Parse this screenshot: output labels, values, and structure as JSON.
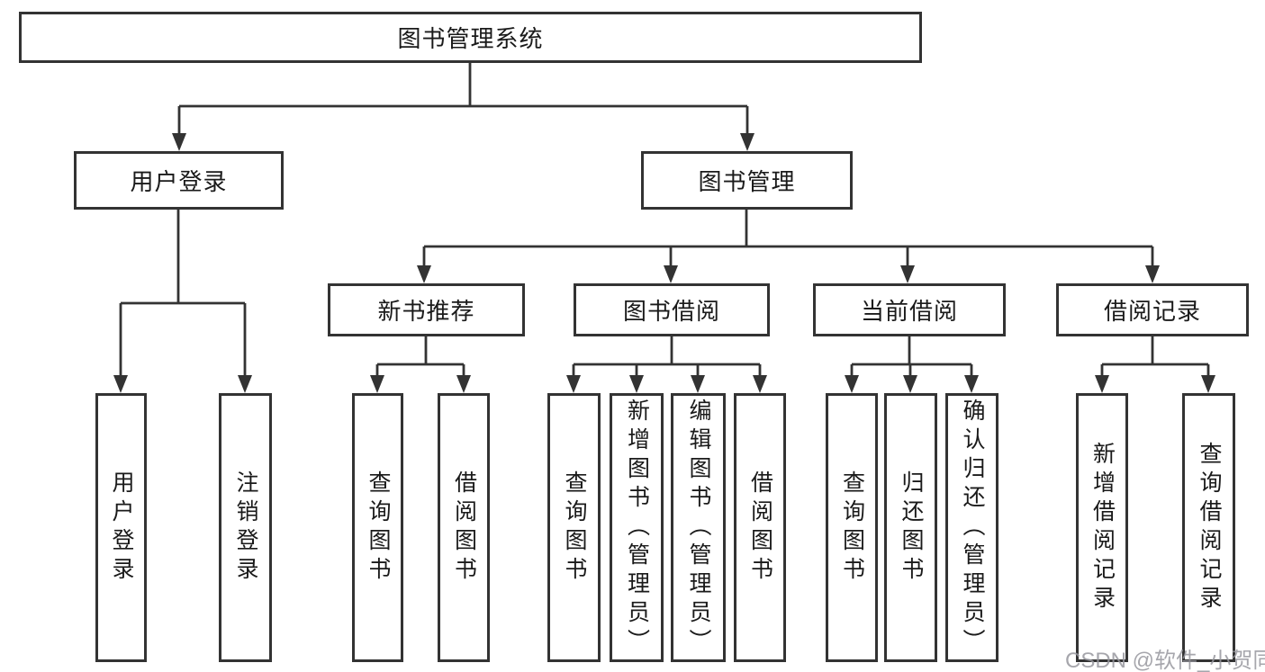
{
  "tree": {
    "label": "图书管理系统",
    "children": [
      {
        "label": "用户登录",
        "children": [
          {
            "label": "用户登录"
          },
          {
            "label": "注销登录"
          }
        ]
      },
      {
        "label": "图书管理",
        "children": [
          {
            "label": "新书推荐",
            "children": [
              {
                "label": "查询图书"
              },
              {
                "label": "借阅图书"
              }
            ]
          },
          {
            "label": "图书借阅",
            "children": [
              {
                "label": "查询图书"
              },
              {
                "label": "新增图书（管理员）"
              },
              {
                "label": "编辑图书（管理员）"
              },
              {
                "label": "借阅图书"
              }
            ]
          },
          {
            "label": "当前借阅",
            "children": [
              {
                "label": "查询图书"
              },
              {
                "label": "归还图书"
              },
              {
                "label": "确认归还（管理员）"
              }
            ]
          },
          {
            "label": "借阅记录",
            "children": [
              {
                "label": "新增借阅记录"
              },
              {
                "label": "查询借阅记录"
              }
            ]
          }
        ]
      }
    ]
  },
  "watermark": "CSDN @软件_小贺同学",
  "colors": {
    "line": "#333333",
    "text": "#1a1a1a",
    "background": "#ffffff",
    "watermark": "#96969e"
  }
}
